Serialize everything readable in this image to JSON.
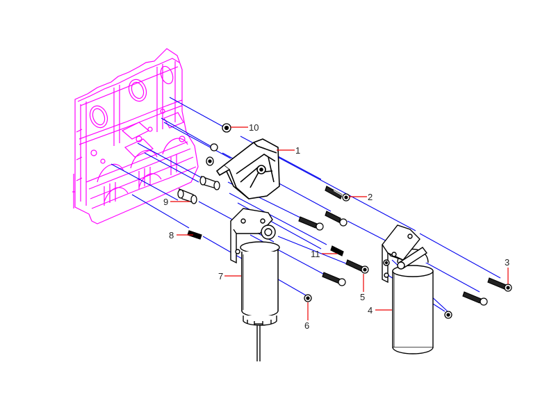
{
  "diagram": {
    "type": "exploded-parts-view",
    "subject": "Fuel filter assembly mounted on engine block",
    "colors": {
      "engine_block": "#ff00ff",
      "parts_outline": "#000000",
      "assembly_lines": "#0000ee",
      "leader_lines": "#ee0000",
      "callout_text": "#222222",
      "background": "#ffffff"
    },
    "callouts": [
      {
        "id": "1",
        "label": "1",
        "part": "filter-mounting-bracket"
      },
      {
        "id": "2",
        "label": "2",
        "part": "bolt"
      },
      {
        "id": "3",
        "label": "3",
        "part": "bolt"
      },
      {
        "id": "4",
        "label": "4",
        "part": "fuel-filter-secondary"
      },
      {
        "id": "5",
        "label": "5",
        "part": "bolt"
      },
      {
        "id": "6",
        "label": "6",
        "part": "nut"
      },
      {
        "id": "7",
        "label": "7",
        "part": "fuel-filter-water-separator"
      },
      {
        "id": "8",
        "label": "8",
        "part": "stud"
      },
      {
        "id": "9",
        "label": "9",
        "part": "spacer"
      },
      {
        "id": "10",
        "label": "10",
        "part": "nut"
      },
      {
        "id": "11",
        "label": "11",
        "part": "stud"
      }
    ]
  }
}
